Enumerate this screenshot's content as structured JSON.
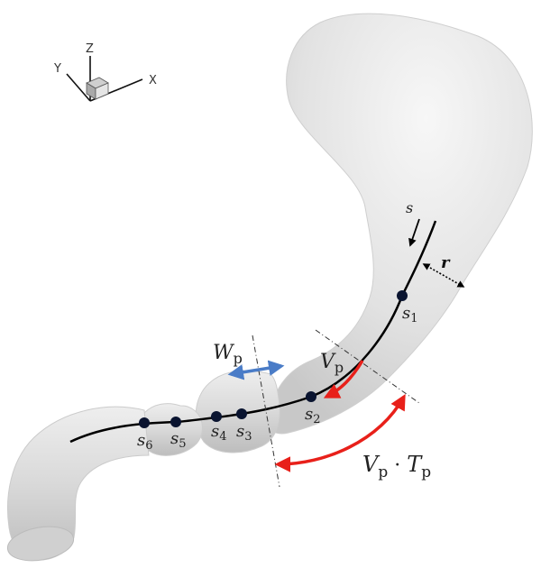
{
  "axes": {
    "x": "X",
    "y": "Y",
    "z": "Z"
  },
  "labels": {
    "s": "s",
    "r": "r",
    "W": "W",
    "W_sub": "p",
    "V": "V",
    "V_sub": "p",
    "VT_V": "V",
    "VT_V_sub": "p",
    "VT_dot": " · ",
    "VT_T": "T",
    "VT_T_sub": "p"
  },
  "points": [
    {
      "base": "s",
      "sub": "1"
    },
    {
      "base": "s",
      "sub": "2"
    },
    {
      "base": "s",
      "sub": "3"
    },
    {
      "base": "s",
      "sub": "4"
    },
    {
      "base": "s",
      "sub": "5"
    },
    {
      "base": "s",
      "sub": "6"
    }
  ],
  "colors": {
    "body_fill": "#e4e4e4",
    "body_stroke": "#c9c9c9",
    "centerline": "#000000",
    "red_arrow": "#e8201a",
    "blue_arrow": "#4a7cc7"
  }
}
